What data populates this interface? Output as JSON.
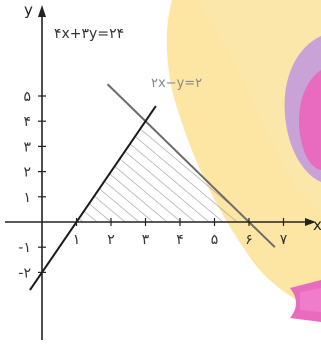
{
  "axes": {
    "x_label": "x",
    "y_label": "y",
    "x_ticks": [
      {
        "value": 1,
        "label": "۱"
      },
      {
        "value": 2,
        "label": "۲"
      },
      {
        "value": 3,
        "label": "۳"
      },
      {
        "value": 4,
        "label": "۴"
      },
      {
        "value": 5,
        "label": "۵"
      },
      {
        "value": 6,
        "label": "۶"
      },
      {
        "value": 7,
        "label": "۷"
      }
    ],
    "y_ticks": [
      {
        "value": 5,
        "label": "۵"
      },
      {
        "value": 4,
        "label": "۴"
      },
      {
        "value": 3,
        "label": "۳"
      },
      {
        "value": 2,
        "label": "۲"
      },
      {
        "value": 1,
        "label": "۱"
      },
      {
        "value": -1,
        "label": "-۱"
      },
      {
        "value": -2,
        "label": "-۲"
      }
    ]
  },
  "lines": [
    {
      "label": "۴x+۳y=۲۴",
      "a": 4,
      "b": 3,
      "c": 24,
      "color": "#6b6b6b"
    },
    {
      "label": "۲x−y=۲",
      "a": 2,
      "b": -1,
      "c": 2,
      "color": "#1a1a1a"
    }
  ],
  "shaded_region": {
    "vertices": [
      [
        1,
        0
      ],
      [
        3,
        4
      ],
      [
        6,
        0
      ]
    ],
    "hatch_color": "#9a9a9a"
  },
  "colors": {
    "axis": "#222222",
    "background_blob": "#fde39a",
    "background_pink": "#e86bc0",
    "background_lilac": "#c9a3d8"
  }
}
